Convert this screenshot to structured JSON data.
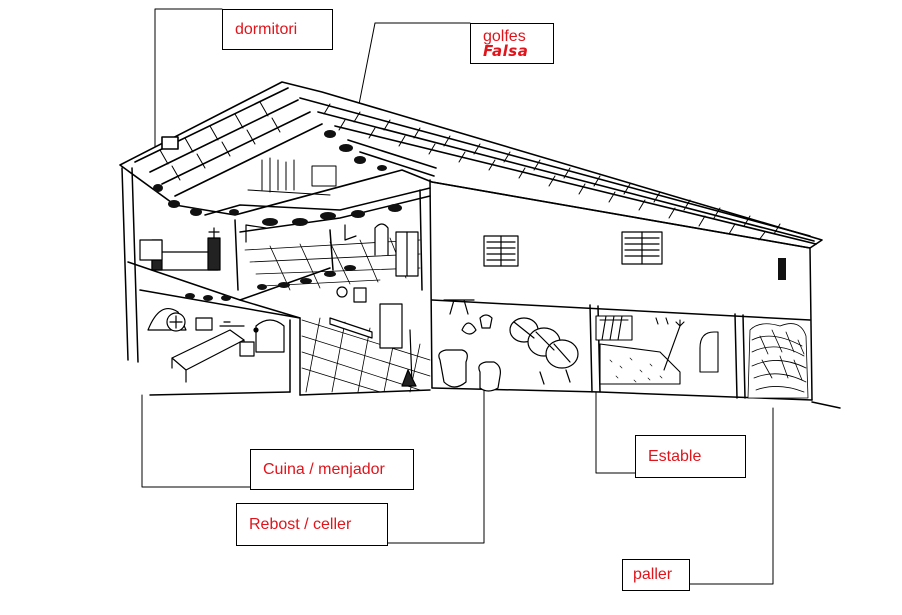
{
  "labels": {
    "dormitori": "dormitori",
    "golfes": "golfes",
    "golfes_sub": "Falsa",
    "cuina": "Cuina / menjador",
    "rebost": "Rebost / celler",
    "estable": "Estable",
    "paller": "paller"
  },
  "colors": {
    "label_text": "#e0141b",
    "line": "#000000",
    "roof_band": "#111111"
  }
}
